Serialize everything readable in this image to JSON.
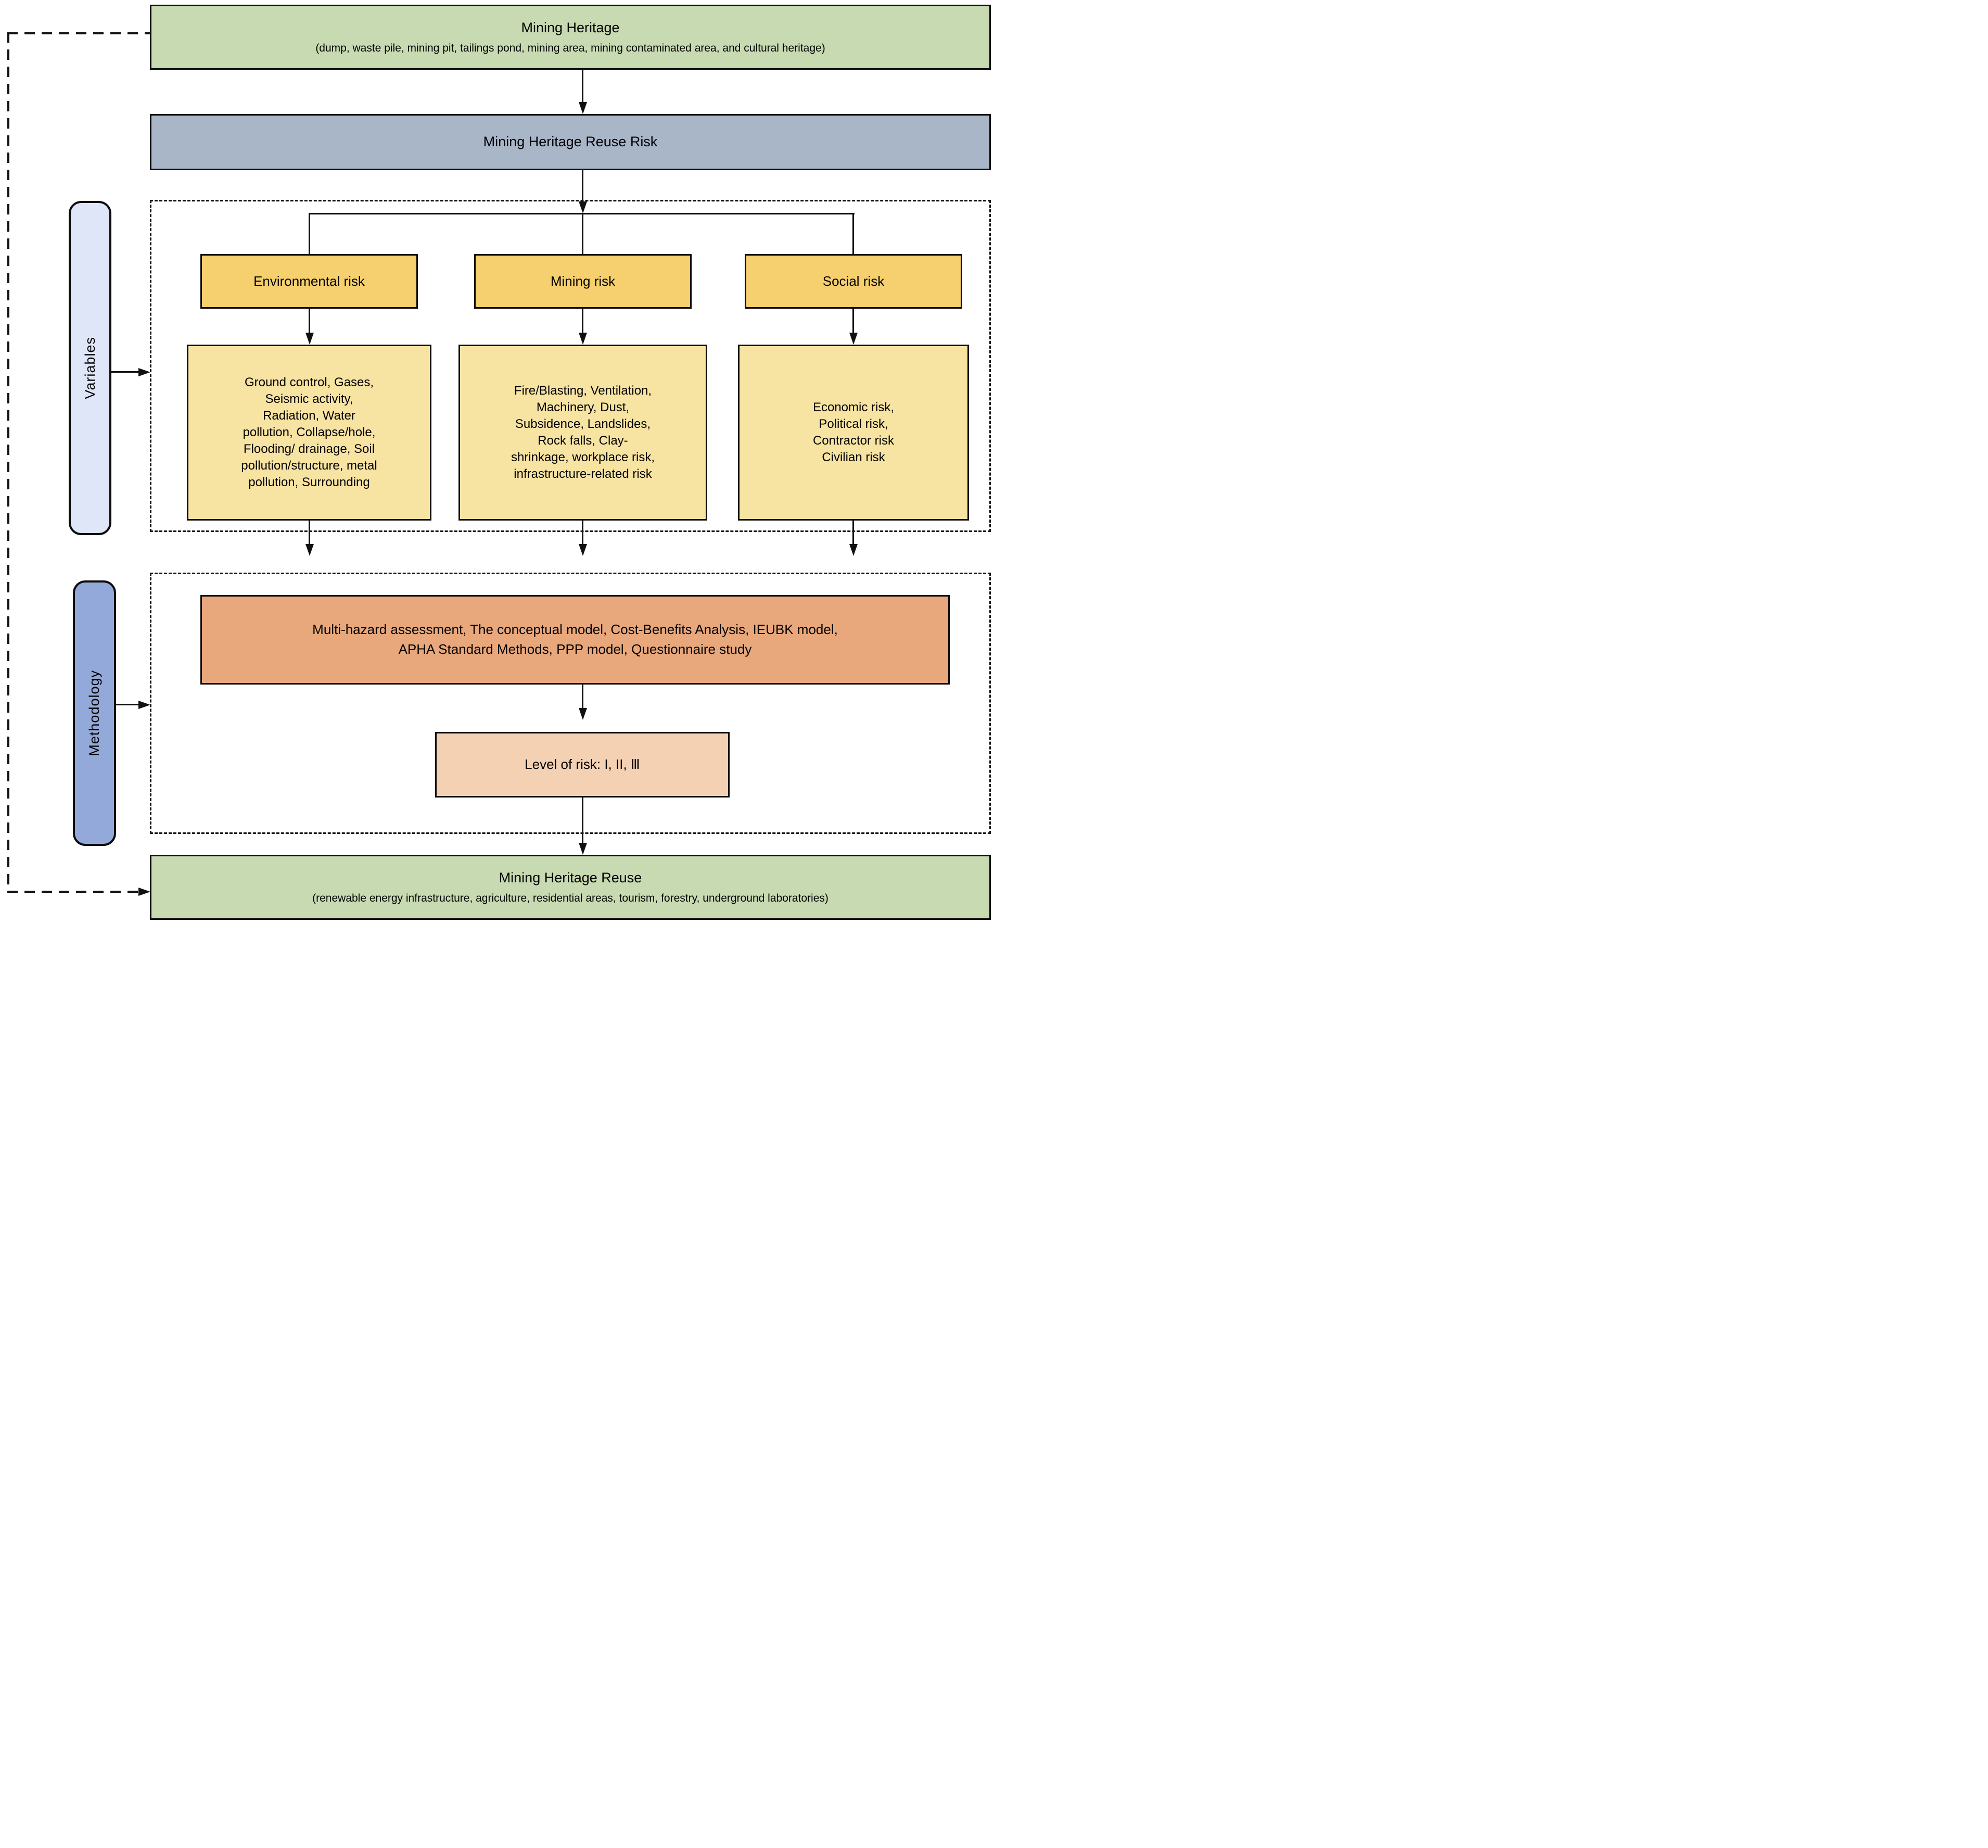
{
  "colors": {
    "heritage-green": "#c8dab1",
    "reuse-risk-blue": "#a9b6c8",
    "risk-header-yellow": "#f6d06e",
    "risk-detail-yellow": "#f7e3a2",
    "variables-pill-blue": "#dee6f7",
    "methodology-pill-blue": "#93a9d9",
    "methods-orange": "#e9a87c",
    "level-peach": "#f4d1b3"
  },
  "top_box": {
    "title": "Mining Heritage",
    "subtitle": "(dump, waste pile, mining pit, tailings pond, mining area, mining contaminated area, and cultural heritage)"
  },
  "reuse_risk_box": {
    "label": "Mining Heritage Reuse Risk"
  },
  "variables_section": {
    "side_label": "Variables",
    "columns": [
      {
        "header": "Environmental risk",
        "details": "Ground control, Gases,\nSeismic activity,\nRadiation, Water\npollution, Collapse/hole,\nFlooding/ drainage, Soil\npollution/structure, metal\npollution, Surrounding"
      },
      {
        "header": "Mining risk",
        "details": "Fire/Blasting, Ventilation,\nMachinery, Dust,\nSubsidence, Landslides,\nRock falls, Clay-\nshrinkage, workplace risk,\ninfrastructure-related risk"
      },
      {
        "header": "Social risk",
        "details": "Economic risk,\nPolitical risk,\nContractor risk\nCivilian risk"
      }
    ]
  },
  "methodology_section": {
    "side_label": "Methodology",
    "methods_box": "Multi-hazard assessment, The conceptual model, Cost-Benefits Analysis, IEUBK model,\nAPHA Standard Methods, PPP model, Questionnaire study",
    "level_box": "Level of risk: I, II, Ⅲ"
  },
  "bottom_box": {
    "title": "Mining Heritage Reuse",
    "subtitle": "(renewable energy infrastructure, agriculture, residential areas, tourism, forestry, underground laboratories)"
  }
}
